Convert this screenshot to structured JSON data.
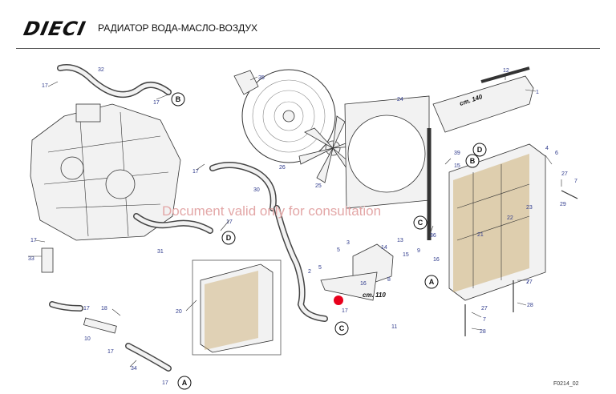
{
  "header": {
    "brand": "DIECI",
    "title": "РАДИАТОР ВОДА-МАСЛО-ВОЗДУХ"
  },
  "watermark": "Document valid only for consultation",
  "figure_code": "F0214_02",
  "references": [
    "cm. 140",
    "cm. 110"
  ],
  "connectors": [
    "A",
    "B",
    "C",
    "D"
  ],
  "part_numbers": [
    "1",
    "2",
    "3",
    "4",
    "5",
    "6",
    "7",
    "8",
    "9",
    "10",
    "11",
    "12",
    "13",
    "14",
    "15",
    "16",
    "17",
    "18",
    "20",
    "21",
    "22",
    "23",
    "24",
    "25",
    "26",
    "27",
    "28",
    "29",
    "30",
    "31",
    "32",
    "33",
    "34",
    "35",
    "36",
    "39"
  ],
  "colors": {
    "label": "#2e3a8c",
    "marker": "#e8001c",
    "watermark": "#e3a7a7"
  }
}
